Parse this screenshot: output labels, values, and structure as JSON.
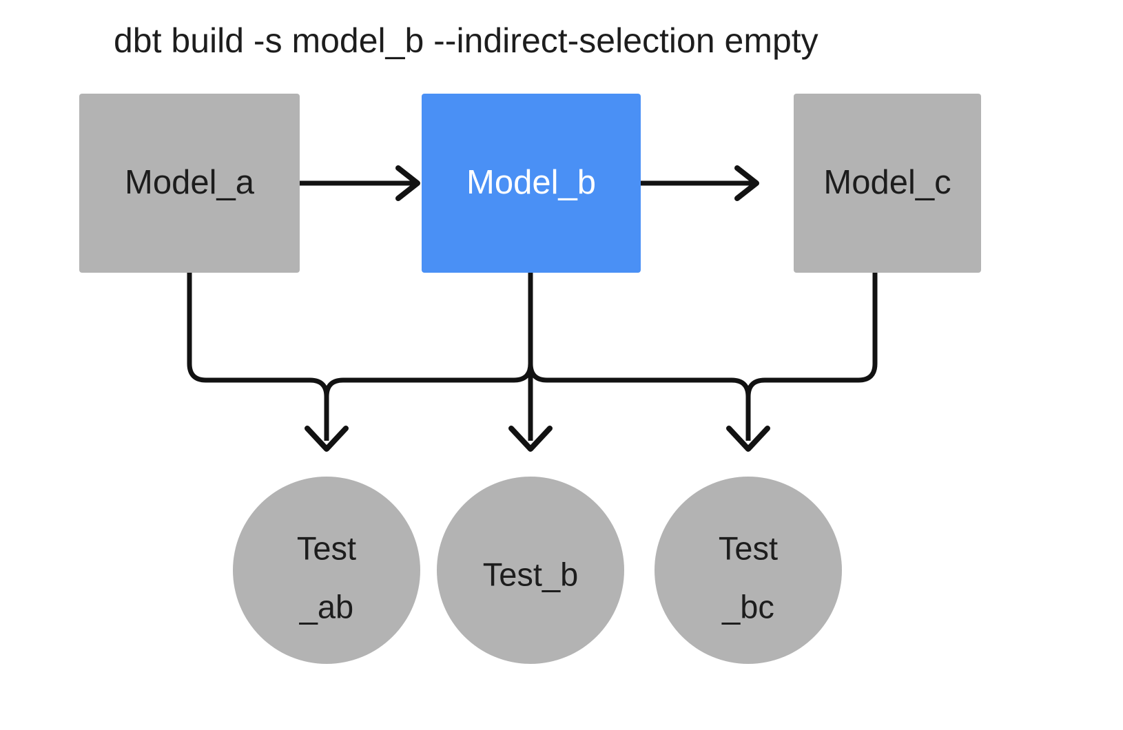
{
  "title": "dbt build -s model_b --indirect-selection empty",
  "colors": {
    "background": "#ffffff",
    "node_gray": "#b3b3b3",
    "node_selected_blue": "#4a90f5",
    "edge_black": "#121212",
    "text_dark": "#1d1d1d",
    "text_light": "#ffffff"
  },
  "models": [
    {
      "id": "model_a",
      "label": "Model_a",
      "state": "unselected",
      "fill": "#b3b3b3",
      "text_color": "#1d1d1d"
    },
    {
      "id": "model_b",
      "label": "Model_b",
      "state": "selected",
      "fill": "#4a90f5",
      "text_color": "#ffffff"
    },
    {
      "id": "model_c",
      "label": "Model_c",
      "state": "unselected",
      "fill": "#b3b3b3",
      "text_color": "#1d1d1d"
    }
  ],
  "tests": [
    {
      "id": "test_ab",
      "label_line1": "Test",
      "label_line2": "_ab",
      "full_label": "Test_ab",
      "state": "unselected",
      "fill": "#b3b3b3"
    },
    {
      "id": "test_b",
      "label_line1": "Test_b",
      "label_line2": "",
      "full_label": "Test_b",
      "state": "unselected",
      "fill": "#b3b3b3"
    },
    {
      "id": "test_bc",
      "label_line1": "Test",
      "label_line2": "_bc",
      "full_label": "Test_bc",
      "state": "unselected",
      "fill": "#b3b3b3"
    }
  ],
  "edges": [
    {
      "from": "model_a",
      "to": "model_b",
      "kind": "ref"
    },
    {
      "from": "model_b",
      "to": "model_c",
      "kind": "ref"
    },
    {
      "from": "model_a",
      "to": "test_ab",
      "kind": "test"
    },
    {
      "from": "model_b",
      "to": "test_ab",
      "kind": "test"
    },
    {
      "from": "model_b",
      "to": "test_b",
      "kind": "test"
    },
    {
      "from": "model_b",
      "to": "test_bc",
      "kind": "test"
    },
    {
      "from": "model_c",
      "to": "test_bc",
      "kind": "test"
    }
  ]
}
